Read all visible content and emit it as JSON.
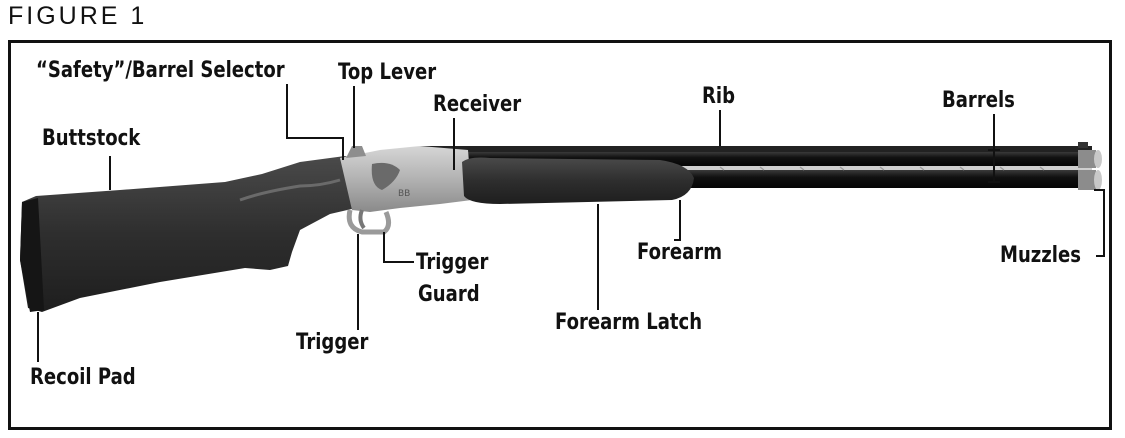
{
  "figure_title": "FIGURE 1",
  "labels": {
    "safety": "“Safety”/Barrel Selector",
    "top_lever": "Top Lever",
    "receiver": "Receiver",
    "rib": "Rib",
    "barrels": "Barrels",
    "buttstock": "Buttstock",
    "forearm": "Forearm",
    "muzzles": "Muzzles",
    "trigger_guard_1": "Trigger",
    "trigger_guard_2": "Guard",
    "forearm_latch": "Forearm Latch",
    "trigger": "Trigger",
    "recoil_pad": "Recoil Pad"
  },
  "receiver_marking": "BB"
}
